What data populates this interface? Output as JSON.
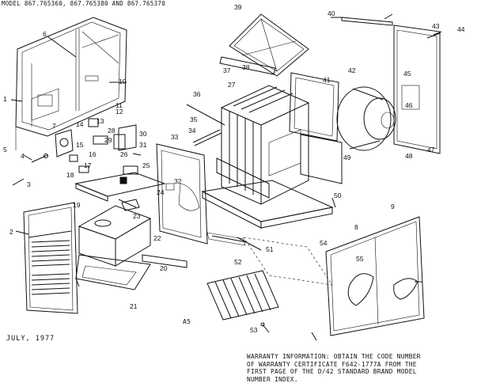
{
  "header": {
    "model_text": "MODEL 867.765360, 867.765380 AND 867.765370"
  },
  "footer": {
    "date": "JULY, 1977",
    "page_ref": "A5",
    "warranty_lines": [
      "WARRANTY INFORMATION:  OBTAIN THE CODE NUMBER",
      "OF WARRANTY CERTIFICATE F642-1777A FROM THE",
      "FIRST PAGE OF THE D/42 STANDARD BRAND MODEL",
      "NUMBER INDEX."
    ]
  },
  "callouts": [
    "1",
    "2",
    "3",
    "4",
    "5",
    "6",
    "7",
    "8",
    "9",
    "10",
    "11",
    "12",
    "13",
    "14",
    "15",
    "16",
    "17",
    "18",
    "19",
    "20",
    "21",
    "22",
    "23",
    "24",
    "25",
    "26",
    "27",
    "28",
    "29",
    "30",
    "31",
    "32",
    "33",
    "34",
    "35",
    "36",
    "37",
    "38",
    "39",
    "40",
    "41",
    "42",
    "43",
    "44",
    "45",
    "46",
    "47",
    "48",
    "49",
    "50",
    "51",
    "52",
    "53",
    "54",
    "55"
  ]
}
